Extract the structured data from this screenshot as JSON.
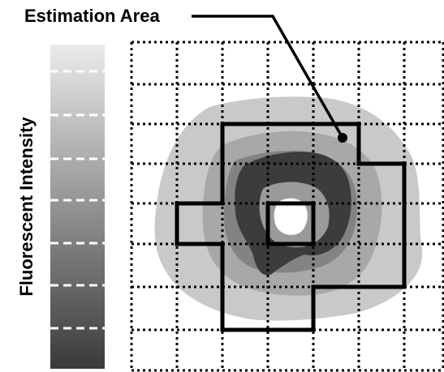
{
  "annotation": {
    "label": "Estimation Area"
  },
  "color_scale": {
    "label": "Fluorescent Intensity",
    "gradient_top": "#ebebeb",
    "gradient_bottom": "#3a3a3a",
    "tick_color": "#ffffff"
  },
  "grid": {
    "columns": 7,
    "rows": 8,
    "line_color": "#000000",
    "line_style": "dotted"
  },
  "intensity_levels": [
    {
      "name": "level-1",
      "color": "#c9c9c9"
    },
    {
      "name": "level-2",
      "color": "#a8a8a8"
    },
    {
      "name": "level-3",
      "color": "#838383"
    },
    {
      "name": "level-4",
      "color": "#3c3c3c"
    },
    {
      "name": "level-5",
      "color": "#9a9a9a"
    },
    {
      "name": "core",
      "color": "#ffffff"
    }
  ],
  "estimation_area": {
    "outline_color": "#000000"
  }
}
